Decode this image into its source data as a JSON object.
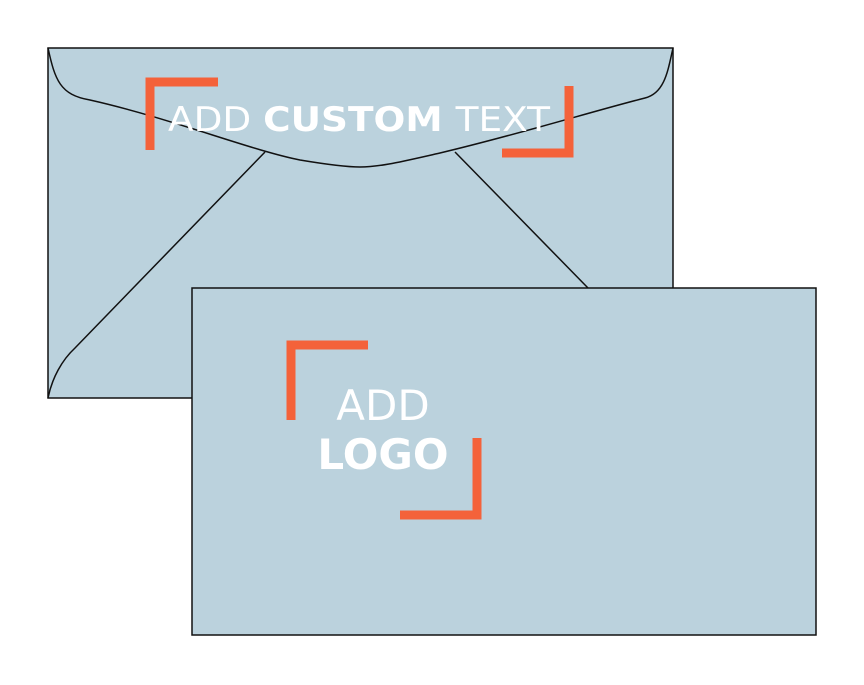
{
  "back_envelope": {
    "text_prefix": "ADD",
    "text_emphasis": "CUSTOM",
    "text_suffix": "TEXT"
  },
  "front_envelope": {
    "line1": "ADD",
    "line2": "LOGO"
  },
  "colors": {
    "envelope_fill": "#bbd2dd",
    "outline": "#111111",
    "bracket": "#f4623a",
    "text": "#ffffff"
  }
}
